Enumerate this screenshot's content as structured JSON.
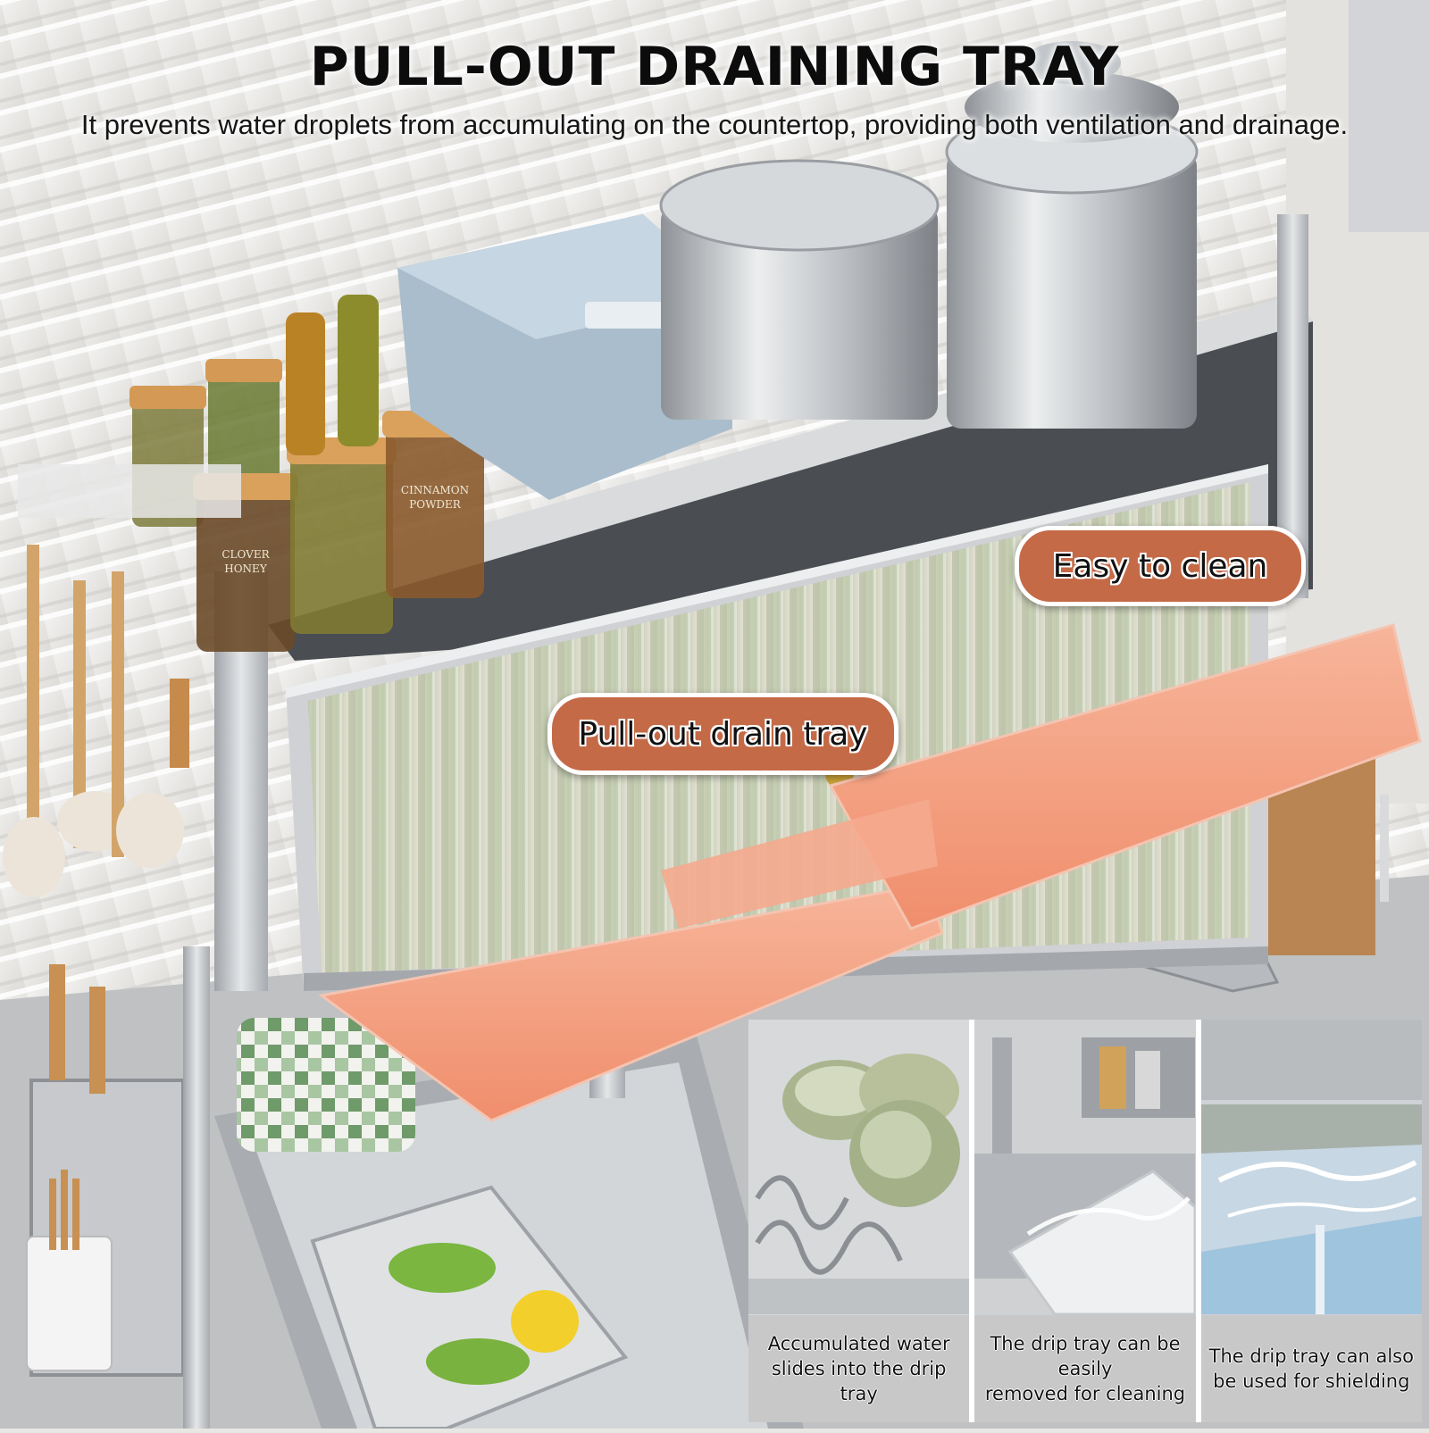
{
  "headline": "PULL-OUT DRAINING TRAY",
  "subline": "It prevents water droplets from accumulating on the countertop, providing both ventilation and drainage.",
  "callouts": {
    "easy_clean": "Easy to clean",
    "pull_out": "Pull-out drain tray"
  },
  "jar_labels": {
    "cinnamon": "CINNAMON POWDER",
    "clover": "CLOVER HONEY"
  },
  "panels": [
    {
      "caption": "Accumulated water\nslides into the drip tray"
    },
    {
      "caption": "The drip tray can be easily\nremoved for cleaning"
    },
    {
      "caption": "The drip tray can also\nbe used for shielding"
    }
  ],
  "colors": {
    "callout_fill": "#c56a47",
    "tray_orange": "#f4a487",
    "stainless": "#c9cbce",
    "dish_green": "#b8c29f"
  }
}
